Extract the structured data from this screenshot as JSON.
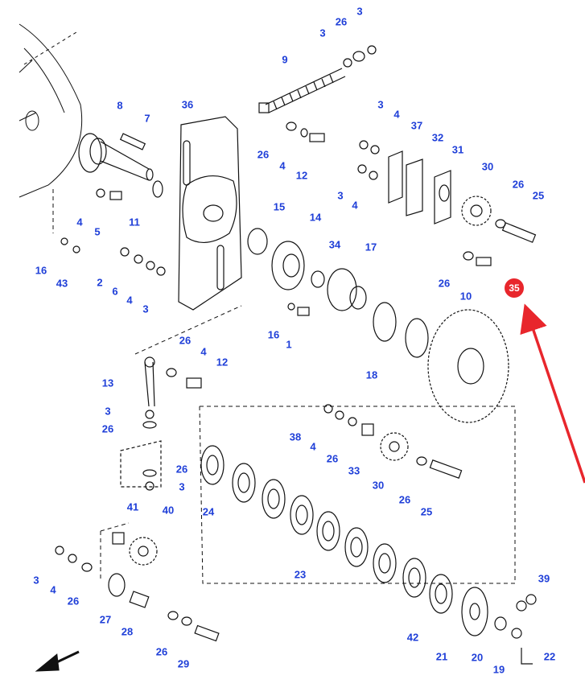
{
  "diagram": {
    "highlight_color": "#e8262c",
    "label_color": "#1f3fd8",
    "callout": {
      "text": "35"
    },
    "labels": [
      {
        "id": "p1",
        "text": "26"
      },
      {
        "id": "p2",
        "text": "3"
      },
      {
        "id": "p3",
        "text": "3"
      },
      {
        "id": "p4",
        "text": "9"
      },
      {
        "id": "p5",
        "text": "8"
      },
      {
        "id": "p6",
        "text": "7"
      },
      {
        "id": "p7",
        "text": "36"
      },
      {
        "id": "p8",
        "text": "26"
      },
      {
        "id": "p9",
        "text": "4"
      },
      {
        "id": "p10",
        "text": "12"
      },
      {
        "id": "p11",
        "text": "3"
      },
      {
        "id": "p12",
        "text": "4"
      },
      {
        "id": "p13",
        "text": "37"
      },
      {
        "id": "p14",
        "text": "32"
      },
      {
        "id": "p15",
        "text": "31"
      },
      {
        "id": "p16",
        "text": "30"
      },
      {
        "id": "p17",
        "text": "26"
      },
      {
        "id": "p18",
        "text": "25"
      },
      {
        "id": "p19",
        "text": "3"
      },
      {
        "id": "p20",
        "text": "4"
      },
      {
        "id": "p21",
        "text": "4"
      },
      {
        "id": "p22",
        "text": "5"
      },
      {
        "id": "p23",
        "text": "11"
      },
      {
        "id": "p24",
        "text": "15"
      },
      {
        "id": "p25",
        "text": "14"
      },
      {
        "id": "p26",
        "text": "34"
      },
      {
        "id": "p27",
        "text": "17"
      },
      {
        "id": "p28",
        "text": "26"
      },
      {
        "id": "p29",
        "text": "10"
      },
      {
        "id": "p30",
        "text": "16"
      },
      {
        "id": "p31",
        "text": "43"
      },
      {
        "id": "p32",
        "text": "2"
      },
      {
        "id": "p33",
        "text": "6"
      },
      {
        "id": "p34",
        "text": "4"
      },
      {
        "id": "p35",
        "text": "3"
      },
      {
        "id": "p36",
        "text": "16"
      },
      {
        "id": "p37",
        "text": "1"
      },
      {
        "id": "p38",
        "text": "18"
      },
      {
        "id": "p39",
        "text": "26"
      },
      {
        "id": "p40",
        "text": "4"
      },
      {
        "id": "p41",
        "text": "12"
      },
      {
        "id": "p42",
        "text": "13"
      },
      {
        "id": "p43",
        "text": "3"
      },
      {
        "id": "p44",
        "text": "26"
      },
      {
        "id": "p45",
        "text": "26"
      },
      {
        "id": "p46",
        "text": "3"
      },
      {
        "id": "p47",
        "text": "38"
      },
      {
        "id": "p48",
        "text": "4"
      },
      {
        "id": "p49",
        "text": "26"
      },
      {
        "id": "p50",
        "text": "33"
      },
      {
        "id": "p51",
        "text": "30"
      },
      {
        "id": "p52",
        "text": "26"
      },
      {
        "id": "p53",
        "text": "25"
      },
      {
        "id": "p54",
        "text": "24"
      },
      {
        "id": "p55",
        "text": "41"
      },
      {
        "id": "p56",
        "text": "40"
      },
      {
        "id": "p57",
        "text": "3"
      },
      {
        "id": "p58",
        "text": "4"
      },
      {
        "id": "p59",
        "text": "26"
      },
      {
        "id": "p60",
        "text": "27"
      },
      {
        "id": "p61",
        "text": "28"
      },
      {
        "id": "p62",
        "text": "23"
      },
      {
        "id": "p63",
        "text": "39"
      },
      {
        "id": "p64",
        "text": "42"
      },
      {
        "id": "p65",
        "text": "21"
      },
      {
        "id": "p66",
        "text": "20"
      },
      {
        "id": "p67",
        "text": "19"
      },
      {
        "id": "p68",
        "text": "22"
      },
      {
        "id": "p69",
        "text": "26"
      },
      {
        "id": "p70",
        "text": "29"
      }
    ]
  }
}
